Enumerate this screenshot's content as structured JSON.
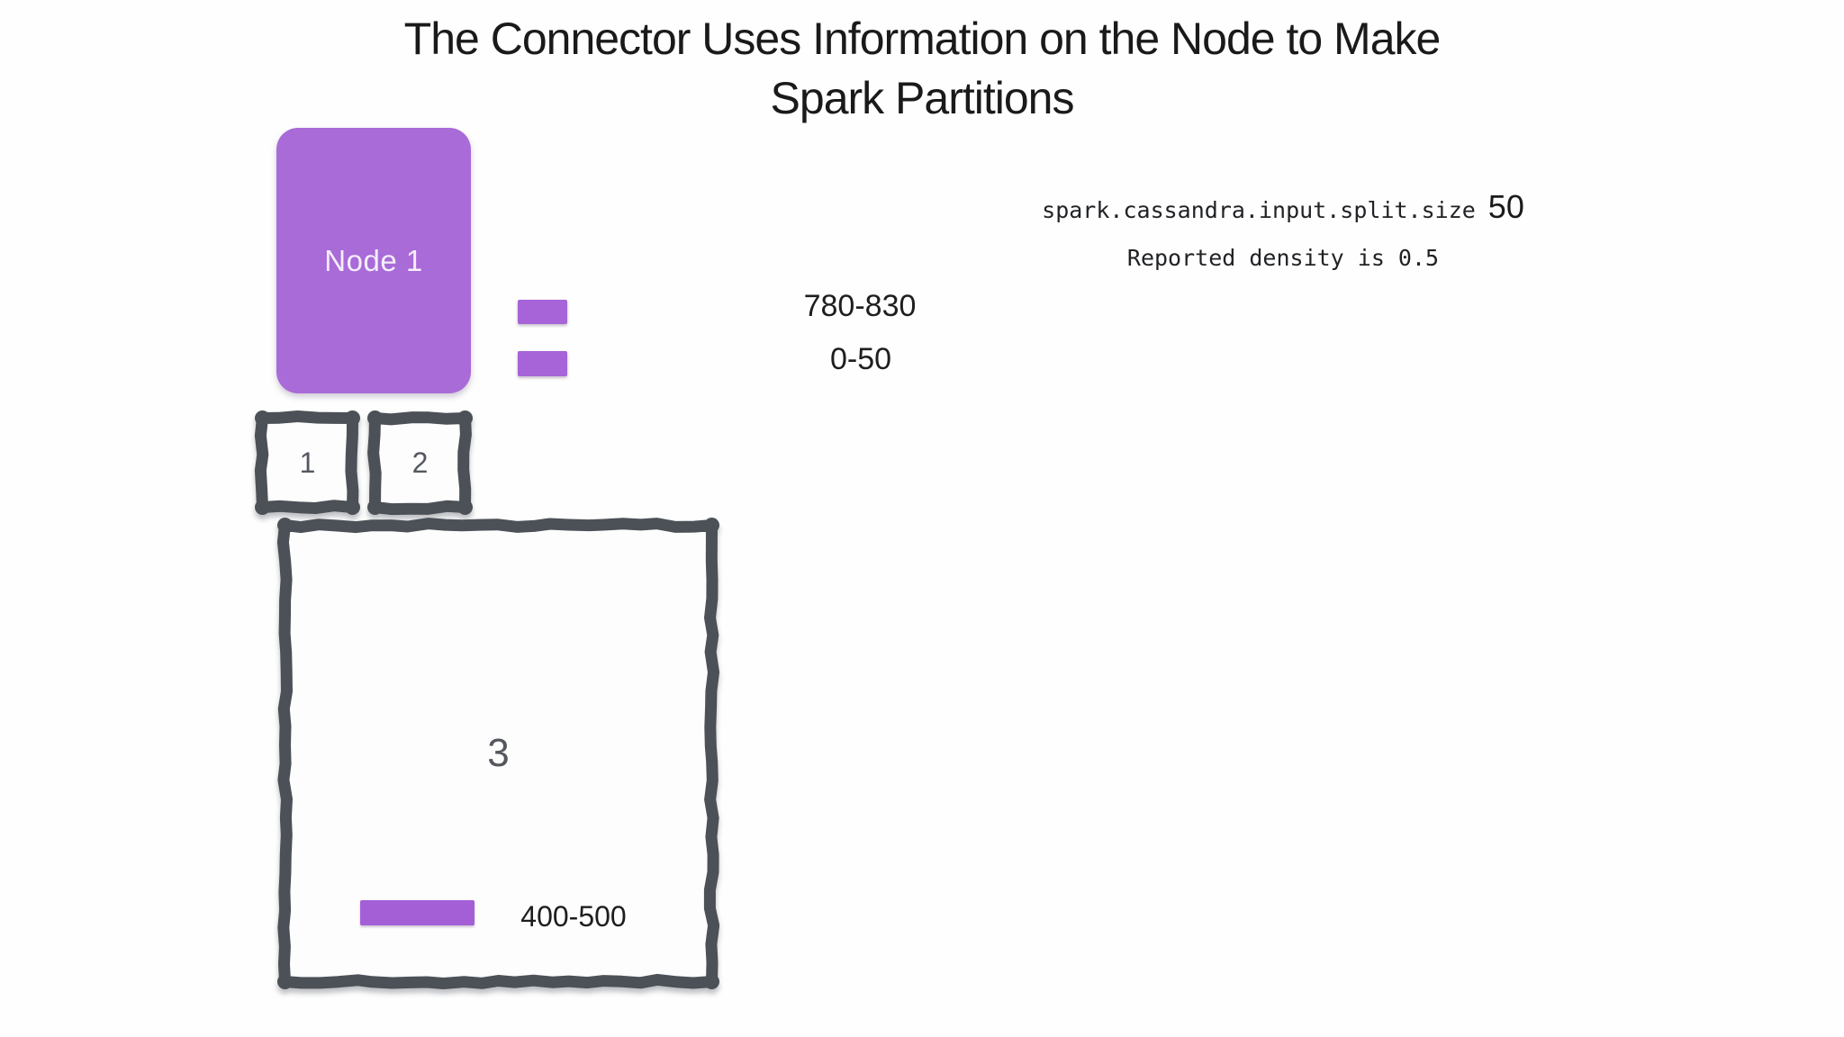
{
  "title": {
    "line1": "The Connector Uses Information on the Node to Make",
    "line2": "Spark Partitions"
  },
  "node": {
    "label": "Node 1"
  },
  "tokens": [
    {
      "range": "780-830"
    },
    {
      "range": "0-50"
    }
  ],
  "config": {
    "split_size_key": "spark.cassandra.input.split.size",
    "split_size_value": "50",
    "density_line": "Reported density is 0.5"
  },
  "partitions": [
    {
      "id": "1"
    },
    {
      "id": "2"
    },
    {
      "id": "3",
      "range": "400-500"
    }
  ],
  "colors": {
    "node_purple": "#a96bd8",
    "token_purple": "#a763d8",
    "bar_purple": "#a45fd6",
    "sketch_stroke": "#4c5157",
    "title_text": "#1a1a1a",
    "number_text": "#54585e",
    "background": "#fefefe"
  }
}
